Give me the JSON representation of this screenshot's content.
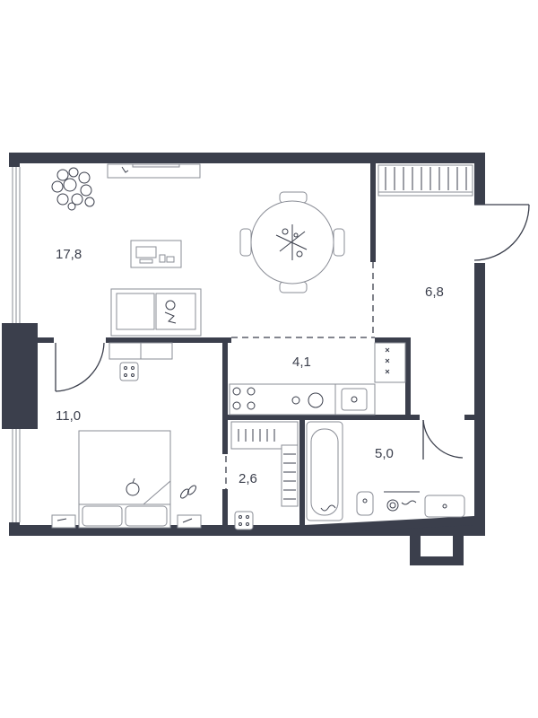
{
  "rooms": {
    "living_kitchen": "17,8",
    "corridor": "6,8",
    "kitchen": "4,1",
    "bedroom": "11,0",
    "wardrobe": "2,6",
    "bathroom": "5,0"
  },
  "colors": {
    "wall": "#3b3f4c",
    "furniture_line": "#8a8d96"
  }
}
